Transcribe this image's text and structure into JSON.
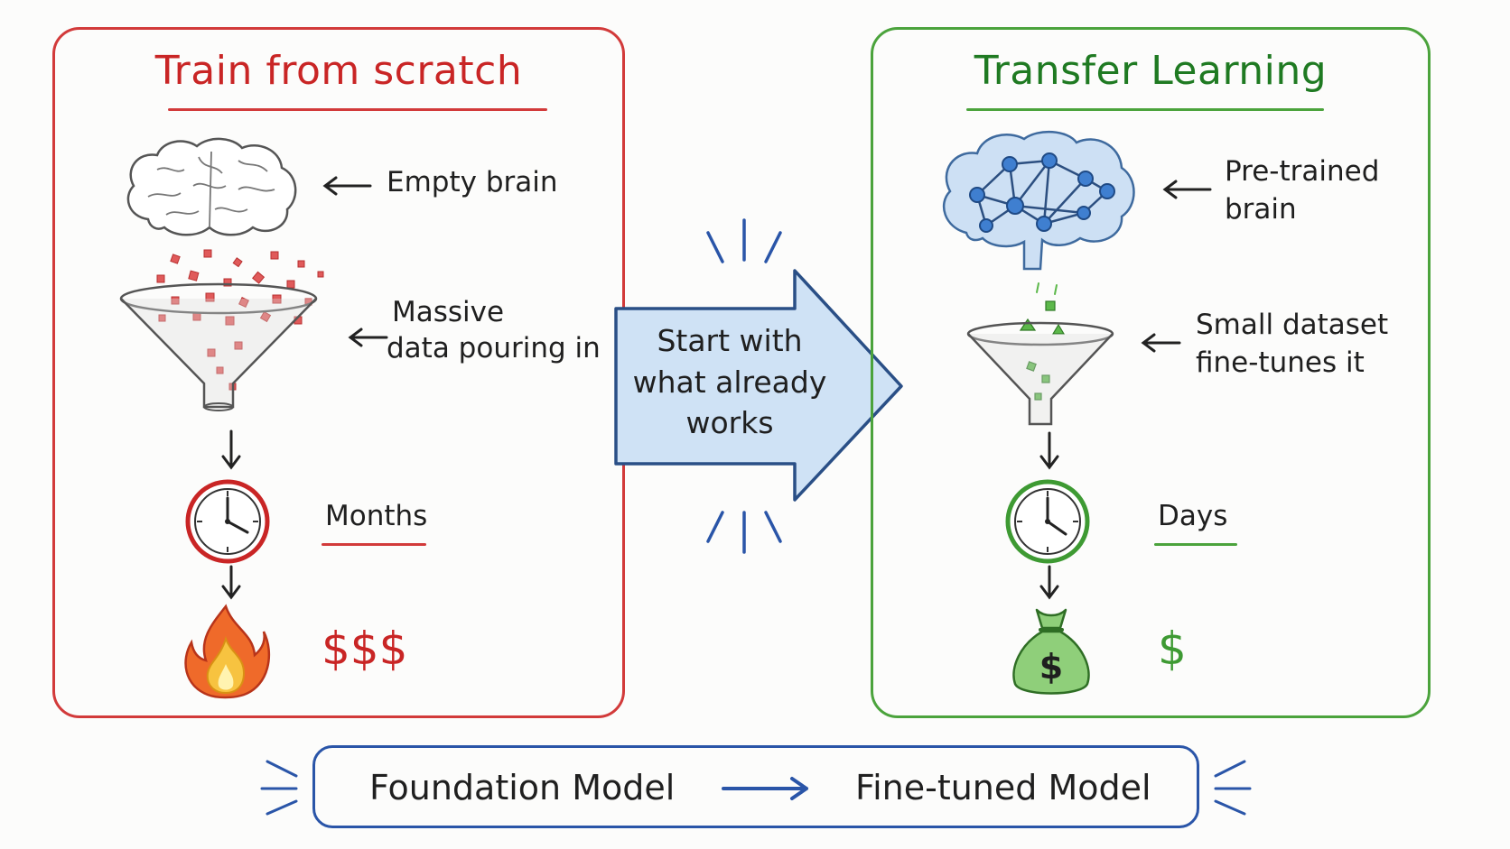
{
  "left": {
    "title": "Train from scratch",
    "brain_label": "Empty brain",
    "data_label_line1": "Massive",
    "data_label_line2": "data pouring in",
    "time_label": "Months",
    "cost_label": "$$$",
    "icons": [
      "brain-icon",
      "funnel-icon",
      "clock-icon",
      "fire-icon"
    ]
  },
  "center": {
    "line1": "Start with",
    "line2": "what already",
    "line3": "works"
  },
  "right": {
    "title": "Transfer Learning",
    "brain_label_line1": "Pre-trained",
    "brain_label_line2": "brain",
    "data_label_line1": "Small dataset",
    "data_label_line2": "fine-tunes it",
    "time_label": "Days",
    "cost_label": "$",
    "icons": [
      "network-brain-icon",
      "funnel-icon",
      "clock-icon",
      "money-bag-icon"
    ]
  },
  "bottom": {
    "from_label": "Foundation Model",
    "to_label": "Fine-tuned Model"
  },
  "colors": {
    "left_accent": "#d23a3a",
    "right_accent": "#4ba33c",
    "blue_accent": "#2a55a8",
    "arrow_fill": "#cfe2f5"
  }
}
